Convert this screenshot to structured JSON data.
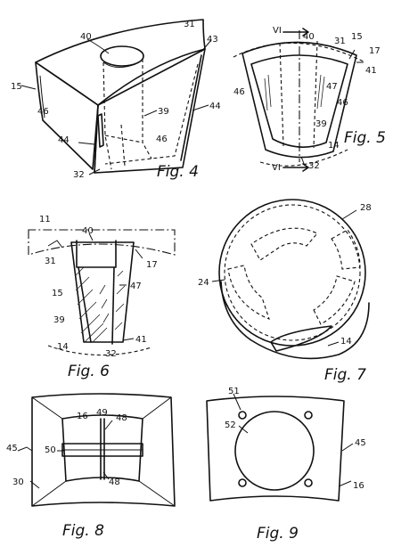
{
  "figures": {
    "fig4": {
      "caption": "Fig. 4",
      "refs": {
        "r31": "31",
        "r40": "40",
        "r43": "43",
        "r15": "15",
        "r46a": "46",
        "r39": "39",
        "r44a": "44",
        "r44b": "44",
        "r46b": "46",
        "r32": "32"
      }
    },
    "fig5": {
      "caption": "Fig. 5",
      "refs": {
        "r40": "40",
        "r31": "31",
        "r15": "15",
        "r17": "17",
        "r41": "41",
        "r47": "47",
        "r46a": "46",
        "r46b": "46",
        "r39": "39",
        "r14": "14",
        "r32": "32",
        "vi_top": "VI",
        "vi_bottom": "VI"
      }
    },
    "fig6": {
      "caption": "Fig. 6",
      "refs": {
        "r11": "11",
        "r40": "40",
        "r31": "31",
        "r17": "17",
        "r15": "15",
        "r47": "47",
        "r39": "39",
        "r14": "14",
        "r41": "41",
        "r32": "32"
      }
    },
    "fig7": {
      "caption": "Fig. 7",
      "refs": {
        "r28": "28",
        "r24": "24",
        "r14": "14"
      }
    },
    "fig8": {
      "caption": "Fig. 8",
      "refs": {
        "r16": "16",
        "r49": "49",
        "r48a": "48",
        "r45": "45",
        "r50": "50",
        "r30": "30",
        "r48b": "48"
      }
    },
    "fig9": {
      "caption": "Fig. 9",
      "refs": {
        "r51": "51",
        "r52": "52",
        "r45": "45",
        "r16": "16"
      }
    }
  }
}
